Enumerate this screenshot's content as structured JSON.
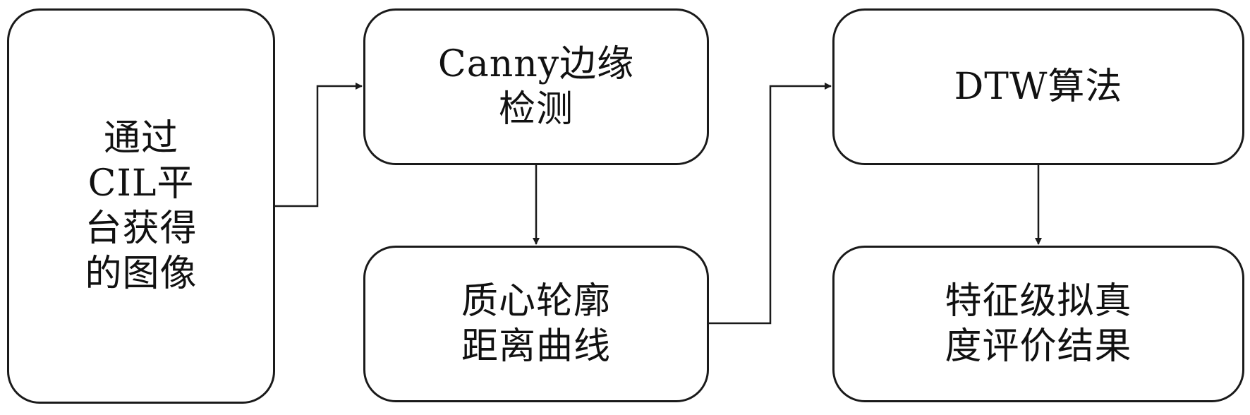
{
  "nodes": {
    "input": {
      "lines": [
        "通过",
        "CIL平",
        "台获得",
        "的图像"
      ]
    },
    "canny": {
      "lines": [
        "Canny边缘",
        "检测"
      ]
    },
    "curve": {
      "lines": [
        "质心轮廓",
        "距离曲线"
      ]
    },
    "dtw": {
      "lines": [
        "DTW算法"
      ]
    },
    "result": {
      "lines": [
        "特征级拟真",
        "度评价结果"
      ]
    }
  },
  "edges": [
    {
      "from": "input",
      "to": "canny"
    },
    {
      "from": "canny",
      "to": "curve"
    },
    {
      "from": "curve",
      "to": "dtw"
    },
    {
      "from": "dtw",
      "to": "result"
    }
  ]
}
